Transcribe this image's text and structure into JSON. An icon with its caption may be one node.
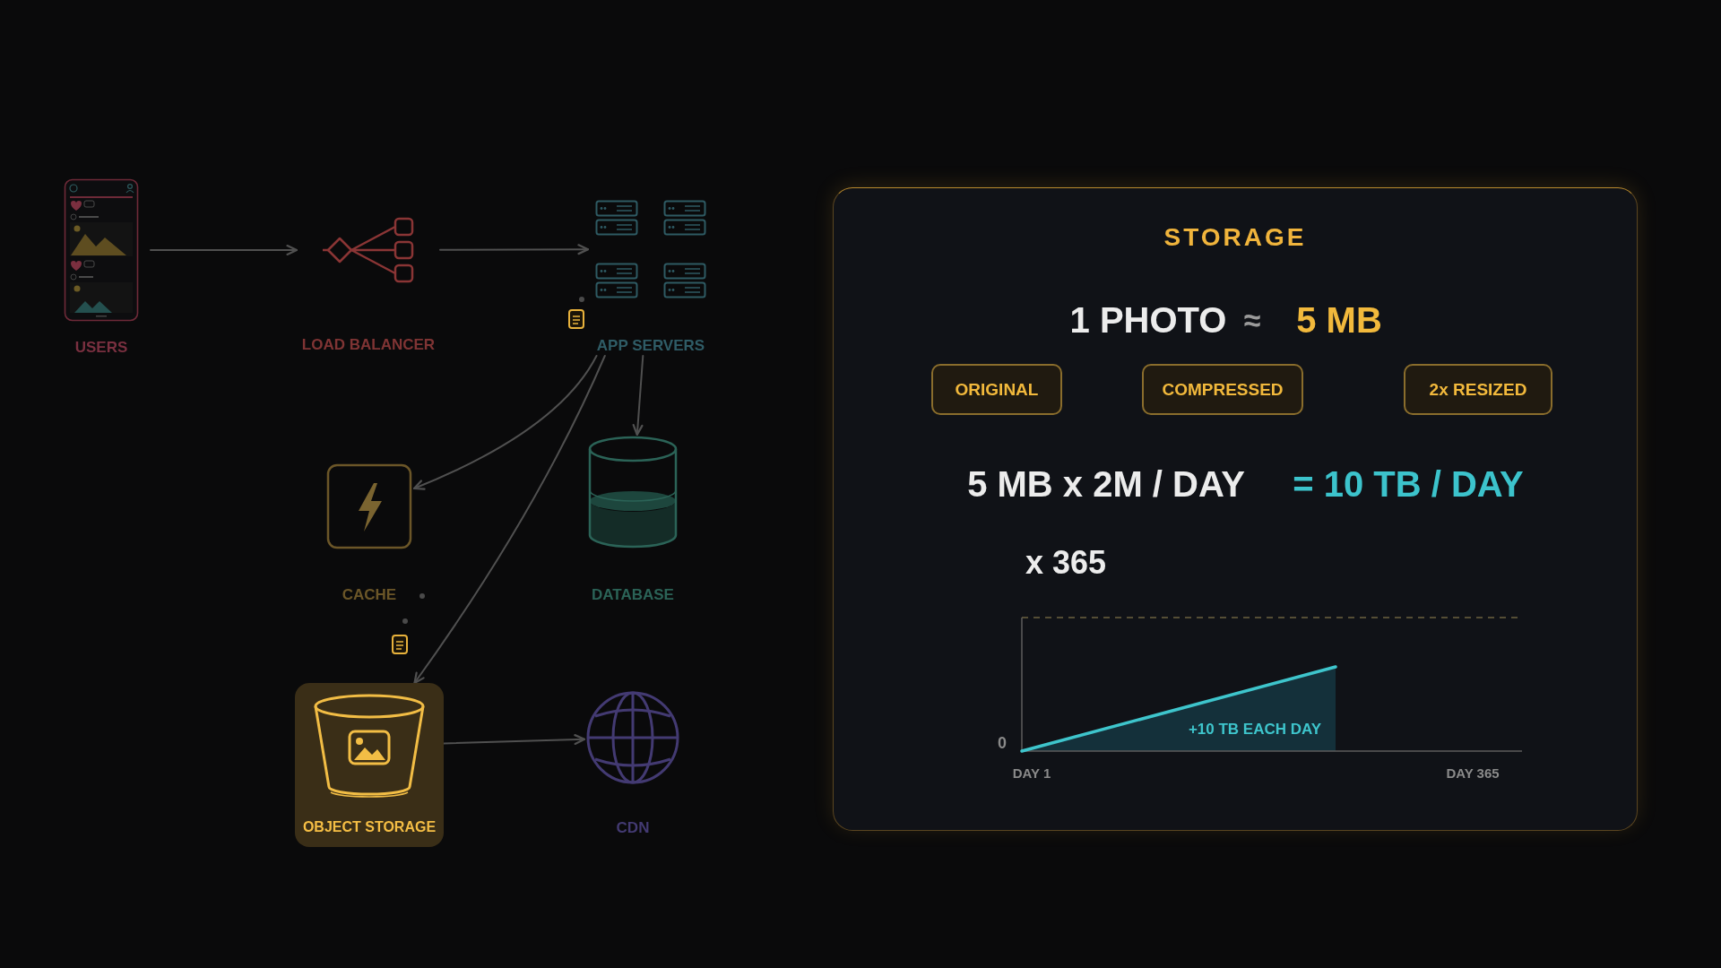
{
  "diagram": {
    "nodes": [
      {
        "text": [
          "USERS"
        ]
      },
      {
        "text": [
          "LOAD BALANCER"
        ]
      },
      {
        "text": [
          "APP SERVERS"
        ]
      },
      {
        "text": [
          "CACHE"
        ]
      },
      {
        "text": [
          "DATABASE"
        ]
      },
      {
        "text": [
          "OBJECT STORAGE"
        ]
      },
      {
        "text": [
          "CDN"
        ]
      },
      {
        "text": [
          "STORAGE"
        ]
      },
      {
        "text": [
          "ORIGINAL"
        ],
        "in": 7
      },
      {
        "text": [
          "COMPRESSED"
        ],
        "in": 7
      },
      {
        "text": [
          "2x RESIZED"
        ],
        "in": 7
      }
    ],
    "edges": [
      {
        "from": 0,
        "to": 1,
        "arrow": "to"
      },
      {
        "from": 1,
        "to": 2,
        "arrow": "to"
      },
      {
        "from": 2,
        "to": 3,
        "arrow": "to"
      },
      {
        "from": 2,
        "to": 4,
        "arrow": "to"
      },
      {
        "from": 2,
        "to": 5,
        "arrow": "to"
      },
      {
        "from": 5,
        "to": 6,
        "arrow": "to"
      }
    ],
    "labels": [
      "1 PHOTO",
      "≈",
      "5 MB",
      "5 MB x 2M / DAY",
      "= 10 TB / DAY",
      "x 365",
      "+10 TB EACH DAY",
      "0",
      "DAY 1",
      "DAY 365"
    ]
  }
}
